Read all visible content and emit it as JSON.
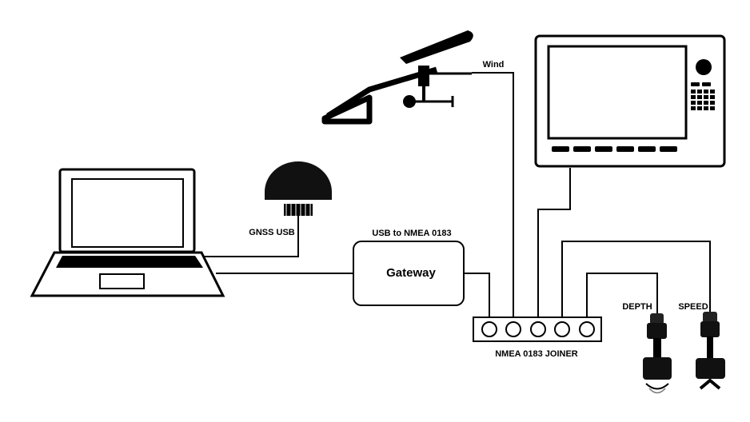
{
  "labels": {
    "wind": "Wind",
    "gnss": "GNSS USB",
    "usb_to_nmea": "USB to NMEA 0183",
    "gateway": "Gateway",
    "joiner": "NMEA 0183 JOINER",
    "depth": "DEPTH",
    "speed": "SPEED"
  },
  "icons": {
    "laptop": "laptop-icon",
    "gps_antenna": "gps-antenna-icon",
    "wind_vane": "wind-vane-icon",
    "chartplotter": "chartplotter-icon",
    "depth_transducer": "depth-transducer-icon",
    "speed_transducer": "speed-transducer-icon"
  },
  "joiner_ports": 5
}
